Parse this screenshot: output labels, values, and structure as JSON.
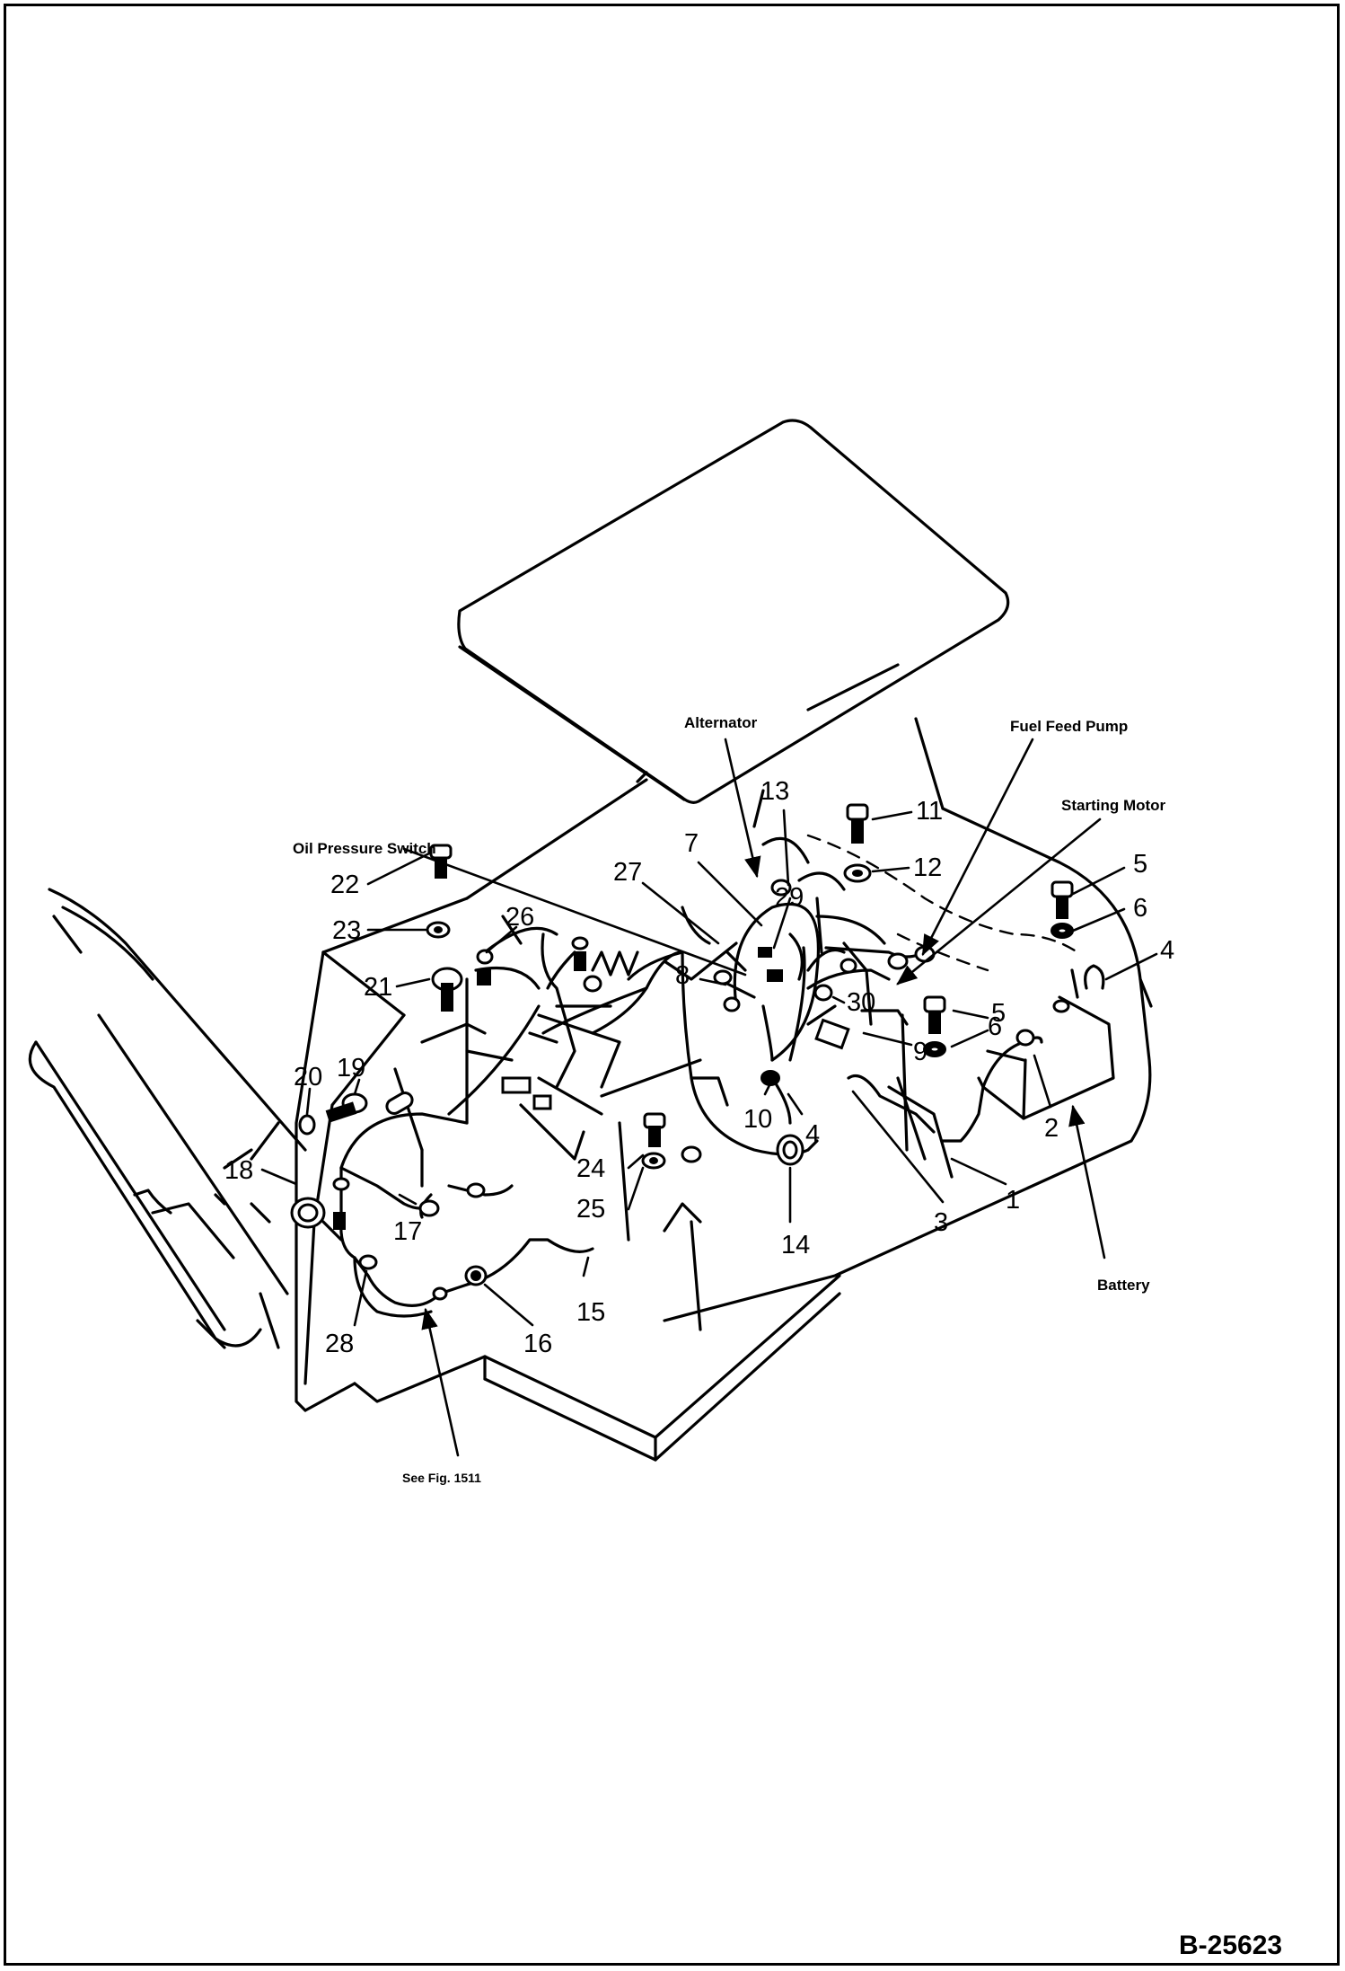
{
  "labels": {
    "alternator": "Alternator",
    "fuel_feed_pump": "Fuel Feed Pump",
    "starting_motor": "Starting Motor",
    "oil_pressure_switch": "Oil Pressure Switch",
    "battery": "Battery",
    "see_fig": "See Fig. 1511"
  },
  "drawing_number": "B-25623",
  "callouts": {
    "n1": "1",
    "n2": "2",
    "n3": "3",
    "n4a": "4",
    "n4b": "4",
    "n5a": "5",
    "n5b": "5",
    "n6a": "6",
    "n6b": "6",
    "n7": "7",
    "n8": "8",
    "n9": "9",
    "n10": "10",
    "n11": "11",
    "n12": "12",
    "n13": "13",
    "n14": "14",
    "n15": "15",
    "n16": "16",
    "n17": "17",
    "n18": "18",
    "n19": "19",
    "n20": "20",
    "n21": "21",
    "n22": "22",
    "n23": "23",
    "n24": "24",
    "n25": "25",
    "n26": "26",
    "n27": "27",
    "n28": "28",
    "n29": "29",
    "n30": "30"
  }
}
